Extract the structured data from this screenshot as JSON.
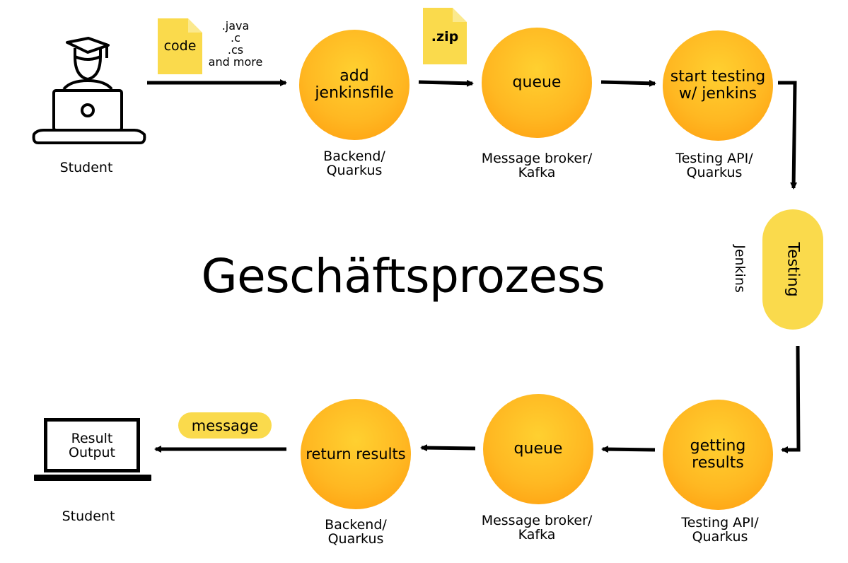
{
  "title": "Geschäftsprozess",
  "top_row": {
    "student": {
      "label": "Student",
      "icon": "student-laptop-icon"
    },
    "code_file": {
      "label": "code",
      "extensions": ".java\n.c\n.cs\nand more"
    },
    "zip_file": {
      "label": ".zip"
    },
    "steps": [
      {
        "label": "add\njenkinsfile",
        "caption": "Backend/\nQuarkus"
      },
      {
        "label": "queue",
        "caption": "Message broker/\nKafka"
      },
      {
        "label": "start testing\nw/ jenkins",
        "caption": "Testing API/\nQuarkus"
      }
    ]
  },
  "middle": {
    "testing": {
      "label": "Testing",
      "caption": "Jenkins"
    }
  },
  "bottom_row": {
    "steps": [
      {
        "label": "getting\nresults",
        "caption": "Testing API/\nQuarkus"
      },
      {
        "label": "queue",
        "caption": "Message broker/\nKafka"
      },
      {
        "label": "return results",
        "caption": "Backend/\nQuarkus"
      }
    ],
    "message": {
      "label": "message"
    },
    "result": {
      "label": "Result\nOutput",
      "caption": "Student",
      "icon": "laptop-icon"
    }
  },
  "colors": {
    "accent_yellow": "#fada4c",
    "circle_orange": "#ffa51a",
    "line": "#000000"
  }
}
